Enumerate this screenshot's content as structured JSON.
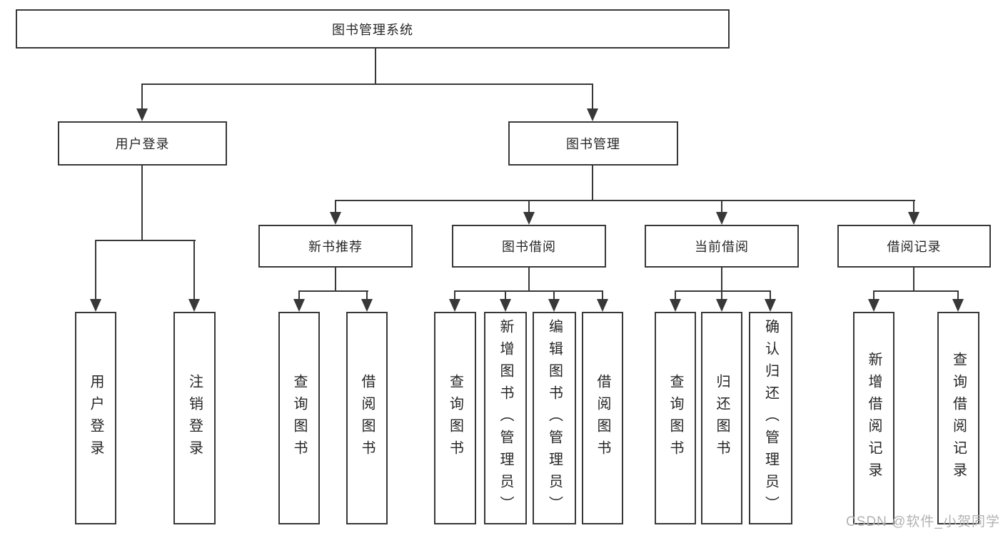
{
  "root": {
    "label": "图书管理系统"
  },
  "branches": [
    {
      "label": "用户登录",
      "leaves": [
        {
          "label": "用户登录"
        },
        {
          "label": "注销登录"
        }
      ]
    },
    {
      "label": "图书管理",
      "groups": [
        {
          "label": "新书推荐",
          "leaves": [
            {
              "label": "查询图书"
            },
            {
              "label": "借阅图书"
            }
          ]
        },
        {
          "label": "图书借阅",
          "leaves": [
            {
              "label": "查询图书"
            },
            {
              "label": "新增图书（管理员）"
            },
            {
              "label": "编辑图书（管理员）"
            },
            {
              "label": "借阅图书"
            }
          ]
        },
        {
          "label": "当前借阅",
          "leaves": [
            {
              "label": "查询图书"
            },
            {
              "label": "归还图书"
            },
            {
              "label": "确认归还（管理员）"
            }
          ]
        },
        {
          "label": "借阅记录",
          "leaves": [
            {
              "label": "新增借阅记录"
            },
            {
              "label": "查询借阅记录"
            }
          ]
        }
      ]
    }
  ],
  "watermark": "CSDN @软件_小贺同学",
  "colors": {
    "line": "#383838",
    "text": "#262626",
    "watermark": "#b2b2b2",
    "background": "#ffffff"
  }
}
